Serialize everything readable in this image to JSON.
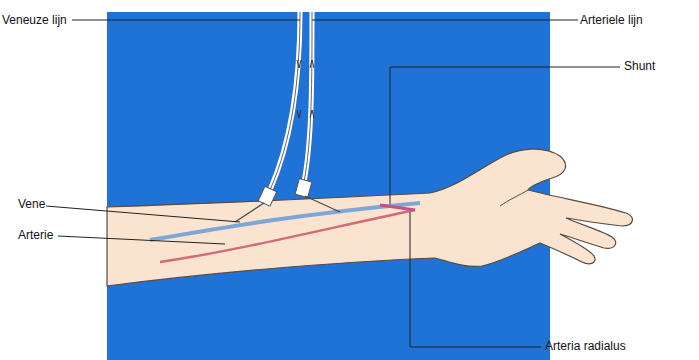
{
  "diagram": {
    "labels": [
      "Veneuze lijn",
      "Arteriele lijn",
      "Shunt",
      "Vene",
      "Arterie",
      "Arteria radialus"
    ]
  }
}
